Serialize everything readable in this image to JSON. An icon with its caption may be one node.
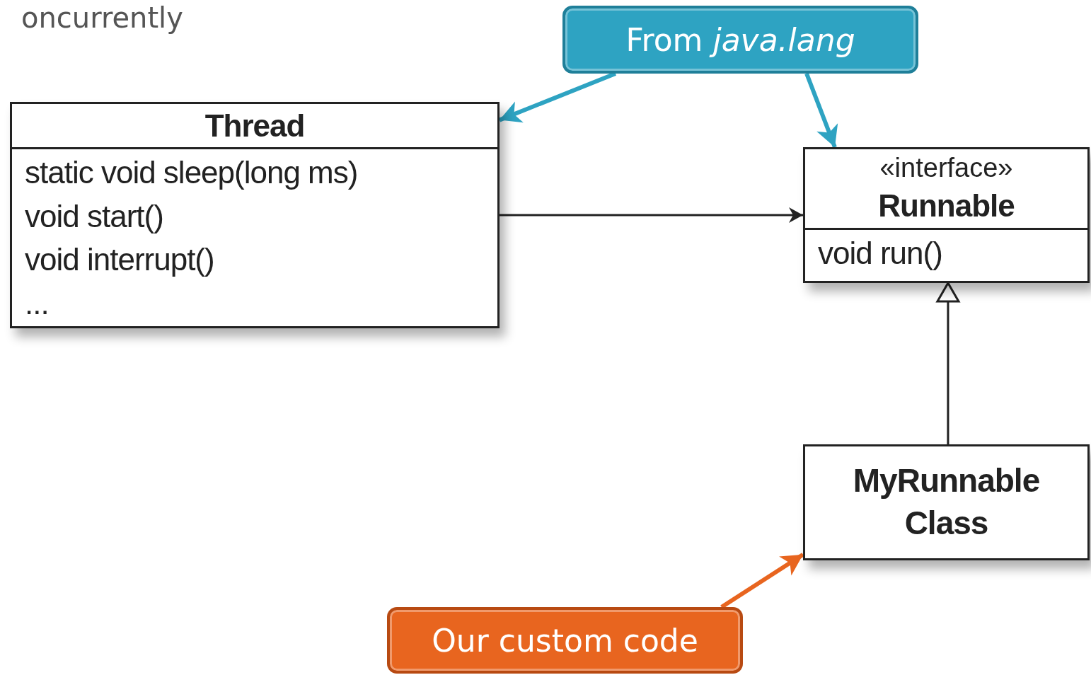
{
  "diagram": {
    "nodes": [
      {
        "text": [
          "Thread",
          "static void sleep(long ms)",
          "void start()",
          "void interrupt()",
          "..."
        ]
      },
      {
        "text": [
          "«interface»",
          "Runnable",
          "void run()"
        ]
      },
      {
        "text": [
          "MyRunnable Class"
        ]
      },
      {
        "text": [
          "From *java.lang*"
        ]
      },
      {
        "text": [
          "Our custom code"
        ]
      }
    ],
    "edges": [
      {
        "from": 0,
        "to": 1,
        "arrow": "to"
      },
      {
        "from": 2,
        "to": 1,
        "arrow": "to"
      },
      {
        "from": 3,
        "to": 0,
        "arrow": "to",
        "color": "#2ea3c2"
      },
      {
        "from": 3,
        "to": 1,
        "arrow": "to",
        "color": "#2ea3c2"
      },
      {
        "from": 4,
        "to": 2,
        "arrow": "to",
        "color": "#e8651f"
      }
    ],
    "labels": [
      "oncurrently"
    ]
  }
}
